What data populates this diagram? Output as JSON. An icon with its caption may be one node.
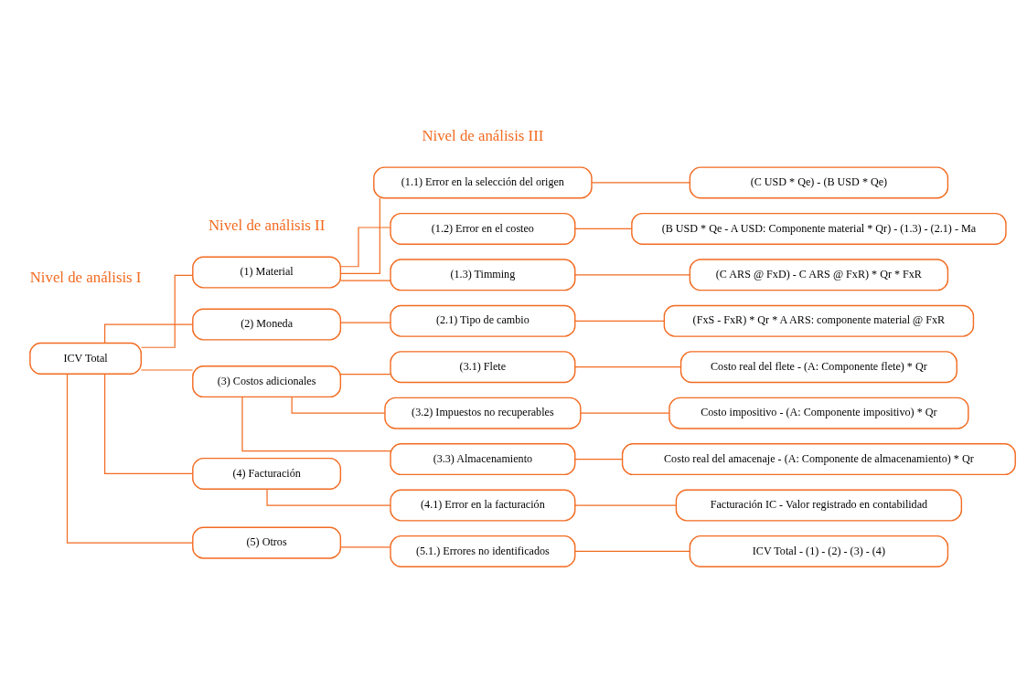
{
  "diagram": {
    "nodes": [
      {
        "text": [
          "ICV Total"
        ]
      },
      {
        "text": [
          "(1) Material"
        ]
      },
      {
        "text": [
          "(2) Moneda"
        ]
      },
      {
        "text": [
          "(3) Costos adicionales"
        ]
      },
      {
        "text": [
          "(4) Facturación"
        ]
      },
      {
        "text": [
          "(5) Otros"
        ]
      },
      {
        "text": [
          "(1.1) Error en la selección del origen"
        ]
      },
      {
        "text": [
          "(C USD * Qe) - (B USD * Qe)"
        ]
      },
      {
        "text": [
          "(1.2) Error en el costeo"
        ]
      },
      {
        "text": [
          "(B USD * Qe - A USD: Componente material * Qr) - (1.3) - (2.1) - Ma"
        ]
      },
      {
        "text": [
          "(1.3) Timming"
        ]
      },
      {
        "text": [
          "(C ARS @ FxD) - C ARS @ FxR) * Qr * FxR"
        ]
      },
      {
        "text": [
          "(2.1) Tipo de cambio"
        ]
      },
      {
        "text": [
          "(FxS - FxR) * Qr * A ARS: componente material @ FxR"
        ]
      },
      {
        "text": [
          "(3.1) Flete"
        ]
      },
      {
        "text": [
          "Costo real del flete - (A: Componente flete) * Qr"
        ]
      },
      {
        "text": [
          "(3.2) Impuestos no recuperables"
        ]
      },
      {
        "text": [
          "Costo impositivo - (A: Componente impositivo) * Qr"
        ]
      },
      {
        "text": [
          "(3.3) Almacenamiento"
        ]
      },
      {
        "text": [
          "Costo real del amacenaje - (A: Componente de almacenamiento) * Qr"
        ]
      },
      {
        "text": [
          "(4.1) Error en la facturación"
        ]
      },
      {
        "text": [
          "Facturación IC - Valor registrado en contabilidad"
        ]
      },
      {
        "text": [
          "(5.1.) Errores no identificados"
        ]
      },
      {
        "text": [
          "ICV Total - (1) - (2) - (3) - (4)"
        ]
      }
    ],
    "edges": [
      {
        "from": 0,
        "to": 1,
        "arrow": "none"
      },
      {
        "from": 0,
        "to": 2,
        "arrow": "none"
      },
      {
        "from": 0,
        "to": 3,
        "arrow": "none"
      },
      {
        "from": 0,
        "to": 4,
        "arrow": "none"
      },
      {
        "from": 0,
        "to": 5,
        "arrow": "none"
      },
      {
        "from": 1,
        "to": 6,
        "arrow": "none"
      },
      {
        "from": 1,
        "to": 8,
        "arrow": "none"
      },
      {
        "from": 1,
        "to": 10,
        "arrow": "none"
      },
      {
        "from": 2,
        "to": 12,
        "arrow": "none"
      },
      {
        "from": 3,
        "to": 14,
        "arrow": "none"
      },
      {
        "from": 3,
        "to": 16,
        "arrow": "none"
      },
      {
        "from": 3,
        "to": 18,
        "arrow": "none"
      },
      {
        "from": 4,
        "to": 20,
        "arrow": "none"
      },
      {
        "from": 5,
        "to": 22,
        "arrow": "none"
      },
      {
        "from": 6,
        "to": 7,
        "arrow": "none"
      },
      {
        "from": 8,
        "to": 9,
        "arrow": "none"
      },
      {
        "from": 10,
        "to": 11,
        "arrow": "none"
      },
      {
        "from": 12,
        "to": 13,
        "arrow": "none"
      },
      {
        "from": 14,
        "to": 15,
        "arrow": "none"
      },
      {
        "from": 16,
        "to": 17,
        "arrow": "none"
      },
      {
        "from": 18,
        "to": 19,
        "arrow": "none"
      },
      {
        "from": 20,
        "to": 21,
        "arrow": "none"
      },
      {
        "from": 22,
        "to": 23,
        "arrow": "none"
      }
    ],
    "labels": [
      "Nivel de análisis I",
      "Nivel de análisis II",
      "Nivel de análisis III"
    ]
  }
}
